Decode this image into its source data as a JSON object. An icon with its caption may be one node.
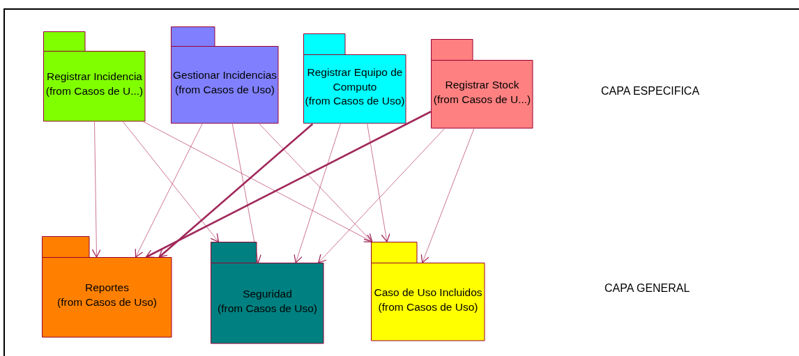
{
  "diagram": {
    "nodes": [
      {
        "text": [
          "Registrar Incidencia",
          "(from Casos de U...)"
        ]
      },
      {
        "text": [
          "Gestionar Incidencias",
          "(from Casos de Uso)"
        ]
      },
      {
        "text": [
          "Registrar Equipo de Computo",
          "(from Casos de Uso)"
        ]
      },
      {
        "text": [
          "Registrar Stock",
          "(from Casos de U...)"
        ]
      },
      {
        "text": [
          "Reportes",
          "(from Casos de Uso)"
        ]
      },
      {
        "text": [
          "Seguridad",
          "(from Casos de Uso)"
        ]
      },
      {
        "text": [
          "Caso de Uso Incluidos",
          "(from Casos de Uso)"
        ]
      }
    ],
    "edges": [
      {
        "from": 0,
        "to": 4,
        "arrow": "to"
      },
      {
        "from": 0,
        "to": 5,
        "arrow": "to"
      },
      {
        "from": 0,
        "to": 6,
        "arrow": "to"
      },
      {
        "from": 1,
        "to": 4,
        "arrow": "to"
      },
      {
        "from": 1,
        "to": 5,
        "arrow": "to"
      },
      {
        "from": 1,
        "to": 6,
        "arrow": "to"
      },
      {
        "from": 2,
        "to": 4,
        "arrow": "to",
        "style": "thick"
      },
      {
        "from": 2,
        "to": 5,
        "arrow": "to"
      },
      {
        "from": 2,
        "to": 6,
        "arrow": "to"
      },
      {
        "from": 3,
        "to": 4,
        "arrow": "to",
        "style": "thick"
      },
      {
        "from": 3,
        "to": 5,
        "arrow": "to"
      },
      {
        "from": 3,
        "to": 6,
        "arrow": "to"
      }
    ],
    "labels": [
      "CAPA ESPECIFICA",
      "CAPA GENERAL"
    ]
  }
}
